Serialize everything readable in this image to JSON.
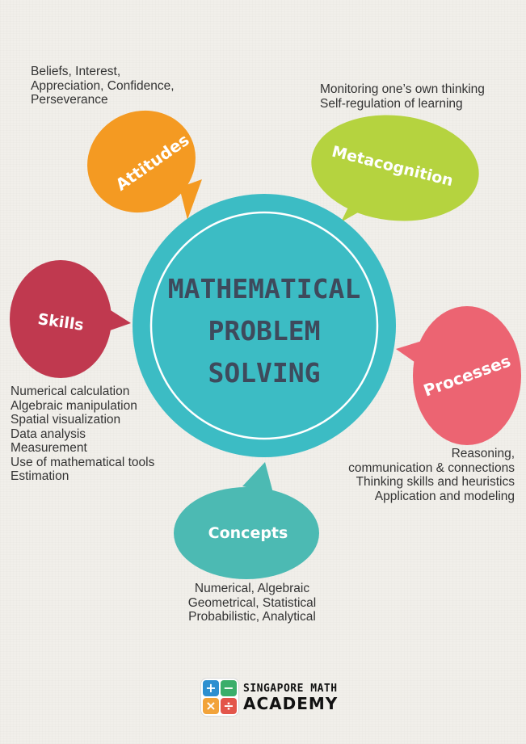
{
  "center": {
    "title_lines": [
      "MATHEMATICAL",
      "PROBLEM",
      "SOLVING"
    ]
  },
  "components": {
    "attitudes": {
      "label": "Attitudes",
      "color": "#f49a22",
      "description": [
        "Beliefs, Interest,",
        "Appreciation, Confidence,",
        "Perseverance"
      ]
    },
    "metacognition": {
      "label": "Metacognition",
      "color": "#b5d33f",
      "description": [
        "Monitoring one’s own thinking",
        "Self-regulation of learning"
      ]
    },
    "skills": {
      "label": "Skills",
      "color": "#c0394f",
      "description": [
        "Numerical calculation",
        "Algebraic manipulation",
        "Spatial visualization",
        "Data analysis",
        "Measurement",
        "Use of mathematical tools",
        "Estimation"
      ]
    },
    "processes": {
      "label": "Processes",
      "color": "#ec6472",
      "description": [
        "Reasoning,",
        "communication & connections",
        "Thinking skills and heuristics",
        "Application and modeling"
      ]
    },
    "concepts": {
      "label": "Concepts",
      "color": "#4cbab3",
      "description": [
        "Numerical, Algebraic",
        "Geometrical, Statistical",
        "Probabilistic, Analytical"
      ]
    }
  },
  "center_color": "#3cbcc4",
  "logo": {
    "line1": "SINGAPORE MATH",
    "line2": "ACADEMY",
    "icon_symbols": [
      "+",
      "−",
      "×",
      "÷"
    ],
    "icon_colors": [
      "#2d8fd0",
      "#3aae6a",
      "#f2a33a",
      "#e3554a"
    ]
  }
}
